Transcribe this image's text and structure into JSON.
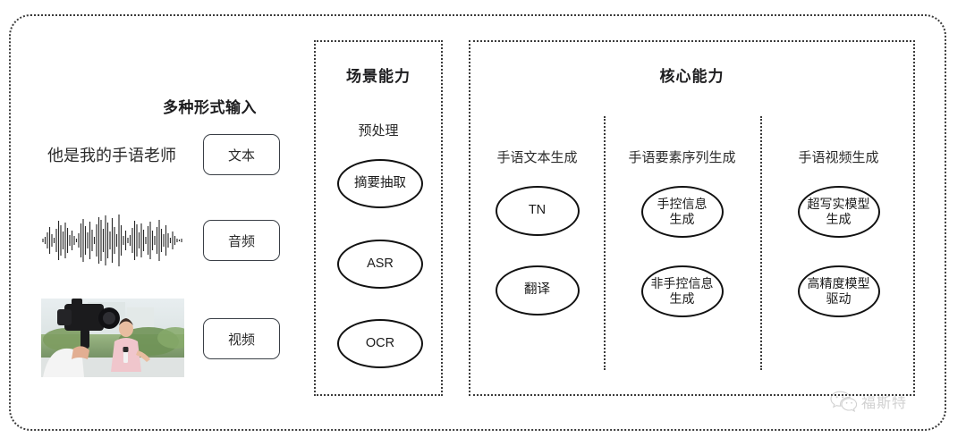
{
  "diagram": {
    "input_section": {
      "heading": "多种形式输入",
      "rows": [
        {
          "sample": "他是我的手语老师",
          "chip": "文本",
          "media": "text"
        },
        {
          "sample": "",
          "chip": "音频",
          "media": "waveform"
        },
        {
          "sample": "",
          "chip": "视频",
          "media": "video-thumbnail"
        }
      ]
    },
    "scene_panel": {
      "title": "场景能力",
      "group_label": "预处理",
      "nodes": [
        "摘要抽取",
        "ASR",
        "OCR"
      ]
    },
    "core_panel": {
      "title": "核心能力",
      "columns": [
        {
          "label": "手语文本生成",
          "nodes": [
            "TN",
            "翻译"
          ]
        },
        {
          "label": "手语要素序列生成",
          "nodes": [
            "手控信息\n生成",
            "非手控信息\n生成"
          ]
        },
        {
          "label": "手语视频生成",
          "nodes": [
            "超写实模型\n生成",
            "高精度模型\n驱动"
          ]
        }
      ]
    },
    "watermark": {
      "icon": "wechat-icon",
      "text": "福斯特"
    }
  },
  "colors": {
    "border": "#3b3b3b",
    "node_stroke": "#111111",
    "text": "#1d1d1f",
    "watermark": "#9a9a9a"
  }
}
